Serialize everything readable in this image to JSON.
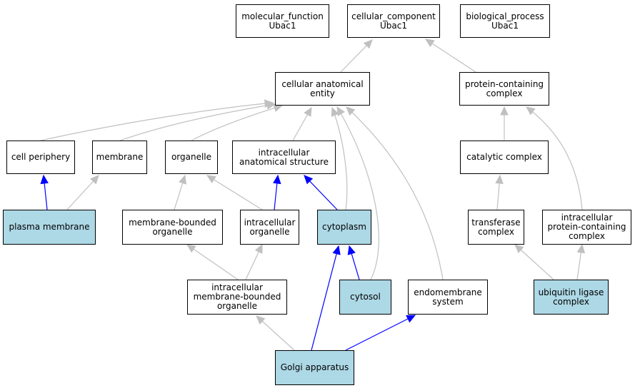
{
  "colors": {
    "highlight_fill": "#add8e6",
    "is_a_edge": "#c0c0c0",
    "part_of_edge": "#0000ff"
  },
  "nodes": {
    "molecular_function": {
      "label": "molecular_function\nUbac1",
      "highlighted": false
    },
    "cellular_component": {
      "label": "cellular_component\nUbac1",
      "highlighted": false
    },
    "biological_process": {
      "label": "biological_process\nUbac1",
      "highlighted": false
    },
    "cellular_anatomical_entity": {
      "label": "cellular anatomical\nentity",
      "highlighted": false
    },
    "protein_containing_complex": {
      "label": "protein-containing\ncomplex",
      "highlighted": false
    },
    "cell_periphery": {
      "label": "cell periphery",
      "highlighted": false
    },
    "membrane": {
      "label": "membrane",
      "highlighted": false
    },
    "organelle": {
      "label": "organelle",
      "highlighted": false
    },
    "intracellular_anatomical_structure": {
      "label": "intracellular\nanatomical structure",
      "highlighted": false
    },
    "catalytic_complex": {
      "label": "catalytic complex",
      "highlighted": false
    },
    "plasma_membrane": {
      "label": "plasma membrane",
      "highlighted": true
    },
    "membrane_bounded_organelle": {
      "label": "membrane-bounded\norganelle",
      "highlighted": false
    },
    "intracellular_organelle": {
      "label": "intracellular\norganelle",
      "highlighted": false
    },
    "cytoplasm": {
      "label": "cytoplasm",
      "highlighted": true
    },
    "transferase_complex": {
      "label": "transferase\ncomplex",
      "highlighted": false
    },
    "intracellular_protein_containing_complex": {
      "label": "intracellular\nprotein-containing\ncomplex",
      "highlighted": false
    },
    "intracellular_membrane_bounded_organelle": {
      "label": "intracellular\nmembrane-bounded\norganelle",
      "highlighted": false
    },
    "cytosol": {
      "label": "cytosol",
      "highlighted": true
    },
    "endomembrane_system": {
      "label": "endomembrane\nsystem",
      "highlighted": false
    },
    "ubiquitin_ligase_complex": {
      "label": "ubiquitin ligase\ncomplex",
      "highlighted": true
    },
    "golgi_apparatus": {
      "label": "Golgi apparatus",
      "highlighted": true
    }
  },
  "edges": [
    {
      "from": "cellular_anatomical_entity",
      "to": "cellular_component",
      "relation": "is_a"
    },
    {
      "from": "protein_containing_complex",
      "to": "cellular_component",
      "relation": "is_a"
    },
    {
      "from": "cell_periphery",
      "to": "cellular_anatomical_entity",
      "relation": "is_a"
    },
    {
      "from": "membrane",
      "to": "cellular_anatomical_entity",
      "relation": "is_a"
    },
    {
      "from": "organelle",
      "to": "cellular_anatomical_entity",
      "relation": "is_a"
    },
    {
      "from": "intracellular_anatomical_structure",
      "to": "cellular_anatomical_entity",
      "relation": "is_a"
    },
    {
      "from": "cytoplasm",
      "to": "cellular_anatomical_entity",
      "relation": "is_a"
    },
    {
      "from": "cytosol",
      "to": "cellular_anatomical_entity",
      "relation": "is_a"
    },
    {
      "from": "endomembrane_system",
      "to": "cellular_anatomical_entity",
      "relation": "is_a"
    },
    {
      "from": "catalytic_complex",
      "to": "protein_containing_complex",
      "relation": "is_a"
    },
    {
      "from": "intracellular_protein_containing_complex",
      "to": "protein_containing_complex",
      "relation": "is_a"
    },
    {
      "from": "plasma_membrane",
      "to": "cell_periphery",
      "relation": "part_of"
    },
    {
      "from": "plasma_membrane",
      "to": "membrane",
      "relation": "is_a"
    },
    {
      "from": "membrane_bounded_organelle",
      "to": "organelle",
      "relation": "is_a"
    },
    {
      "from": "intracellular_organelle",
      "to": "organelle",
      "relation": "is_a"
    },
    {
      "from": "intracellular_organelle",
      "to": "intracellular_anatomical_structure",
      "relation": "part_of"
    },
    {
      "from": "cytoplasm",
      "to": "intracellular_anatomical_structure",
      "relation": "part_of"
    },
    {
      "from": "transferase_complex",
      "to": "catalytic_complex",
      "relation": "is_a"
    },
    {
      "from": "intracellular_membrane_bounded_organelle",
      "to": "membrane_bounded_organelle",
      "relation": "is_a"
    },
    {
      "from": "intracellular_membrane_bounded_organelle",
      "to": "intracellular_organelle",
      "relation": "is_a"
    },
    {
      "from": "cytosol",
      "to": "cytoplasm",
      "relation": "part_of"
    },
    {
      "from": "ubiquitin_ligase_complex",
      "to": "transferase_complex",
      "relation": "is_a"
    },
    {
      "from": "ubiquitin_ligase_complex",
      "to": "intracellular_protein_containing_complex",
      "relation": "is_a"
    },
    {
      "from": "golgi_apparatus",
      "to": "intracellular_membrane_bounded_organelle",
      "relation": "is_a"
    },
    {
      "from": "golgi_apparatus",
      "to": "cytoplasm",
      "relation": "part_of"
    },
    {
      "from": "golgi_apparatus",
      "to": "endomembrane_system",
      "relation": "part_of"
    }
  ]
}
